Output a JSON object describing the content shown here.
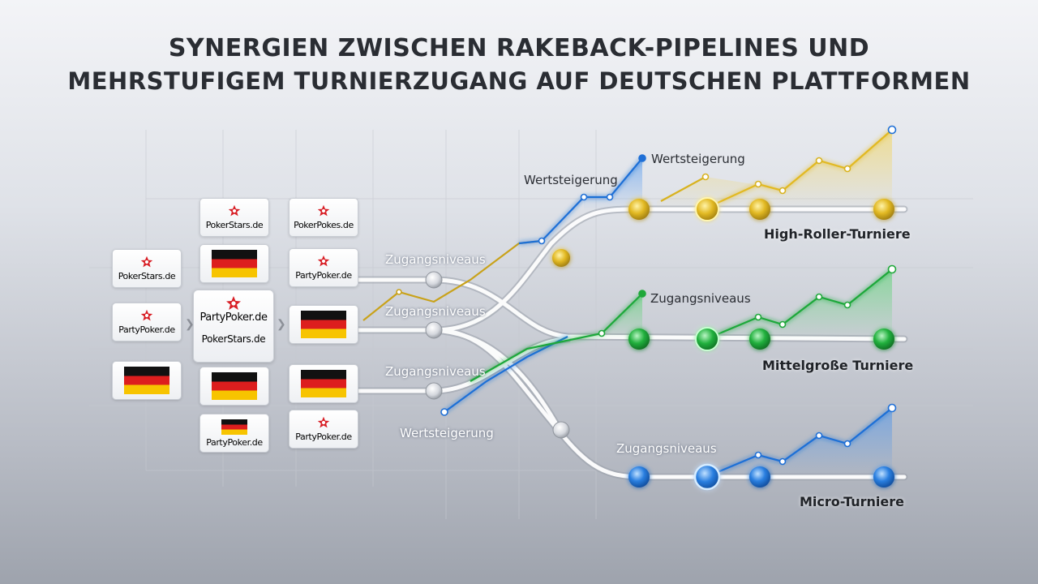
{
  "title": {
    "line1": "SYNERGIEN ZWISCHEN RAKEBACK-PIPELINES UND",
    "line2": "MEHRSTUFIGEM TURNIERZUGANG AUF DEUTSCHEN PLATTFORMEN"
  },
  "logos": {
    "col1_top": "PokerStars.de",
    "col1_mid": "PartyPoker.de",
    "col2_top": "PokerStars.de",
    "col2_big_a": "PartyPoker.de",
    "col2_big_b": "PokerStars.de",
    "col2_bottom": "PartyPoker.de",
    "col3_top": "PokerPokes.de",
    "col3_second": "PartyPoker.de",
    "col3_bottom": "PartyPoker.de"
  },
  "labels": {
    "zugang_1": "Zugangsniveaus",
    "zugang_2": "Zugangsniveaus",
    "zugang_3": "Zugangsniveaus",
    "zugang_4": "Zugangsniveaus",
    "zugang_5": "Zugangsniveaus",
    "wert_1": "Wertsteigerung",
    "wert_2": "Wertsteigerung",
    "wert_3": "Wertsteigerung"
  },
  "tiers": {
    "high": "High-Roller-Turniere",
    "mid": "Mittelgroße Turniere",
    "micro": "Micro-Turniere"
  },
  "colors": {
    "gold": "#e2b923",
    "green": "#1fa83a",
    "blue": "#1f6fd6",
    "rail": "#d9dce2",
    "title": "#2a2d33"
  },
  "icons": {
    "logo_star": "poker-star-icon",
    "flag": "germany-flag-icon",
    "chevron": "chevron-right-icon"
  }
}
